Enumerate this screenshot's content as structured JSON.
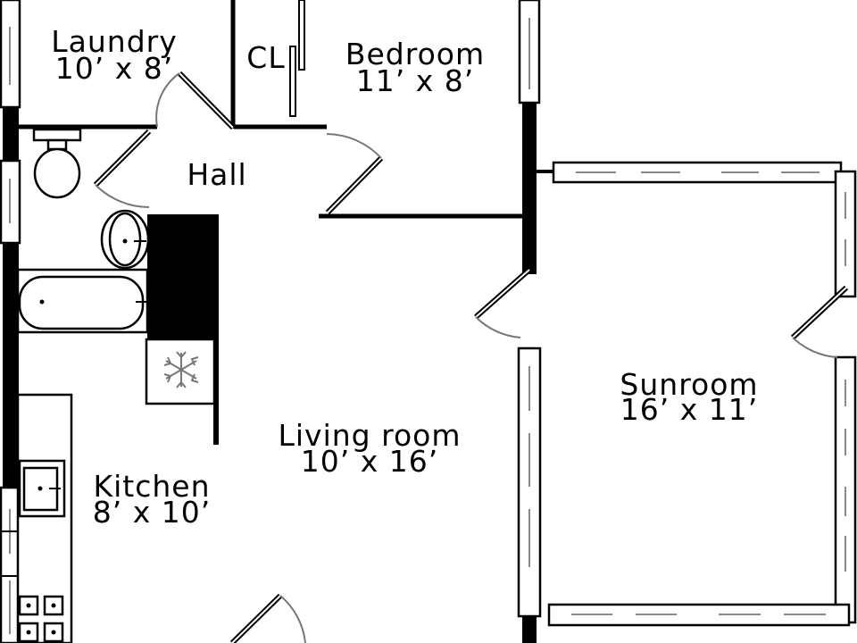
{
  "rooms": {
    "laundry": {
      "name": "Laundry",
      "size": "10’ x 8’"
    },
    "closet": {
      "name": "CL"
    },
    "bedroom": {
      "name": "Bedroom",
      "size": "11’ x 8’"
    },
    "hall": {
      "name": "Hall"
    },
    "sunroom": {
      "name": "Sunroom",
      "size": "16’ x 11’"
    },
    "living": {
      "name": "Living room",
      "size": "10’ x 16’"
    },
    "kitchen": {
      "name": "Kitchen",
      "size": "8’ x 10’"
    }
  }
}
